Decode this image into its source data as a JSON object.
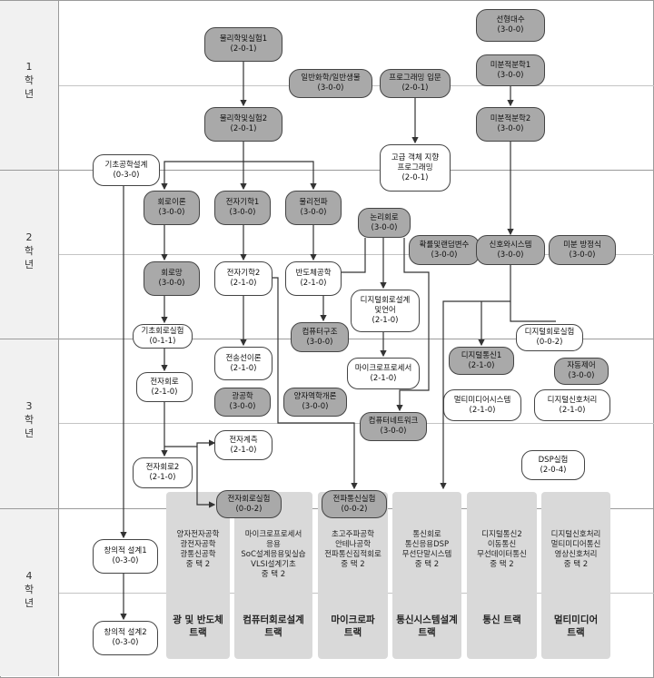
{
  "years": [
    {
      "label": "1\n학\n년"
    },
    {
      "label": "2\n학\n년"
    },
    {
      "label": "3\n학\n년"
    },
    {
      "label": "4\n학\n년"
    }
  ],
  "courses": {
    "physics1": "물리학및실험1\n(2-0-1)",
    "physics2": "물리학및실험2\n(2-0-1)",
    "chem": "일반화학/일반생물\n(3-0-0)",
    "prog_intro": "프로그래밍 입문\n(2-0-1)",
    "linear_alg": "선형대수\n(3-0-0)",
    "calc1": "미분적분학1\n(3-0-0)",
    "calc2": "미분적분학2\n(3-0-0)",
    "adv_prog": "고급 객체 지향\n프로그래밍\n(2-0-1)",
    "basic_design": "기초공학설계\n(0-3-0)",
    "circuit_theory": "회로이론\n(3-0-0)",
    "electromag1": "전자기학1\n(3-0-0)",
    "wave": "물리전파\n(3-0-0)",
    "logic": "논리회로\n(3-0-0)",
    "prob": "확률및랜덤변수\n(3-0-0)",
    "signals": "신호와시스템\n(3-0-0)",
    "diff_eq": "미분 방정식\n(3-0-0)",
    "network": "회로망\n(3-0-0)",
    "electromag2": "전자기학2\n(2-1-0)",
    "semi": "반도체공학\n(2-1-0)",
    "digital_design": "디지털회로설계\n및언어\n(2-1-0)",
    "basic_circuit_lab": "기초회로실험\n(0-1-1)",
    "comp_arch": "컴퓨터구조\n(3-0-0)",
    "digital_circuit_lab": "디지털회로실험\n(0-0-2)",
    "digital_comm1": "디지털통신1\n(2-1-0)",
    "electronics1": "전자회로\n(2-1-0)",
    "transmission": "전송선이론\n(2-1-0)",
    "microproc": "마이크로프로세서\n(2-1-0)",
    "auto_control": "자동제어\n(3-0-0)",
    "optics": "광공학\n(3-0-0)",
    "quantum": "양자역학개론\n(3-0-0)",
    "comp_network": "컴퓨터네트워크\n(3-0-0)",
    "multimedia_sys": "멀티미디어시스템\n(2-1-0)",
    "dsp": "디지털신호처리\n(2-1-0)",
    "measurement": "전자계측\n(2-1-0)",
    "electronics2": "전자회로2\n(2-1-0)",
    "dsp_lab": "DSP실험\n(2-0-4)",
    "elec_circuit_lab": "전자회로실험\n(0-0-2)",
    "comm_lab": "전파통신실험\n(0-0-2)",
    "creative1": "창의적 설계1\n(0-3-0)",
    "creative2": "창의적 설계2\n(0-3-0)"
  },
  "tracks": [
    {
      "electives": "양자전자공학\n광전자공학\n광통신공학\n중 택 2",
      "name": "광 및 반도체\n트랙"
    },
    {
      "electives": "마이크로프로세서\n응용\nSoC설계응용및실습\nVLSI설계기초\n중 택 2",
      "name": "컴퓨터회로설계\n트랙"
    },
    {
      "electives": "초고주파공학\n안테나공학\n전파통신집적회로\n중 택 2",
      "name": "마이크로파\n트랙"
    },
    {
      "electives": "통신회로\n통신응용DSP\n무선단말시스템\n중 택 2",
      "name": "통신시스템설계\n트랙"
    },
    {
      "electives": "디지털통신2\n이동통신\n무선데이터통신\n중 택 2",
      "name": "통신 트랙"
    },
    {
      "electives": "디지털신호처리\n멀티미디어통신\n영상신호처리\n중 택 2",
      "name": "멀티미디어\n트랙"
    }
  ],
  "colors": {
    "frame": "#9a9a9a",
    "year_bg": "#f1f1f1",
    "node_dark": "#a9a9a9",
    "node_light": "#ffffff",
    "track_bg": "#d9d9d9",
    "arrow": "#333333"
  }
}
